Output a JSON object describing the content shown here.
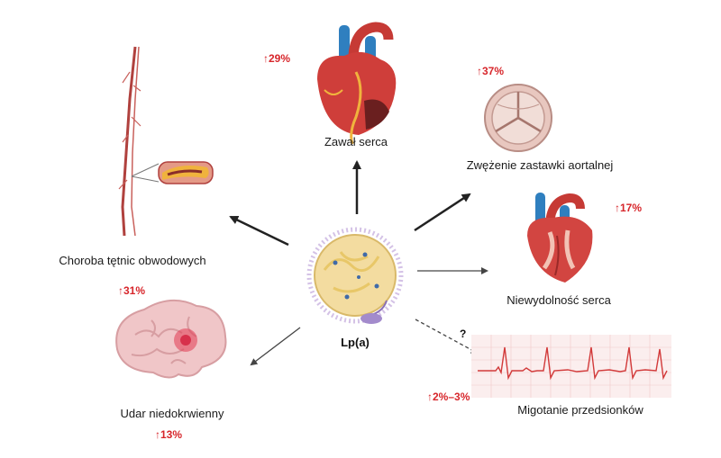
{
  "center": {
    "label": "Lp(a)"
  },
  "outcomes": {
    "mi": {
      "label": "Zawał serca",
      "increase": "29%"
    },
    "as": {
      "label": "Zwężenie zastawki aortalnej",
      "increase": "37%"
    },
    "hf": {
      "label": "Niewydolność serca",
      "increase": "17%"
    },
    "af": {
      "label": "Migotanie przedsionków",
      "increase": "2%–3%",
      "uncertain_marker": "?"
    },
    "pad": {
      "label": "Choroba tętnic obwodowych",
      "increase": "31%"
    },
    "stroke": {
      "label": "Udar niedokrwienny",
      "increase": "13%"
    }
  },
  "arrow_symbol": "↑",
  "colors": {
    "increase": "#d7262b",
    "arrow": "#222222",
    "artery": "#b0413e",
    "vein": "#2f7fbf"
  }
}
